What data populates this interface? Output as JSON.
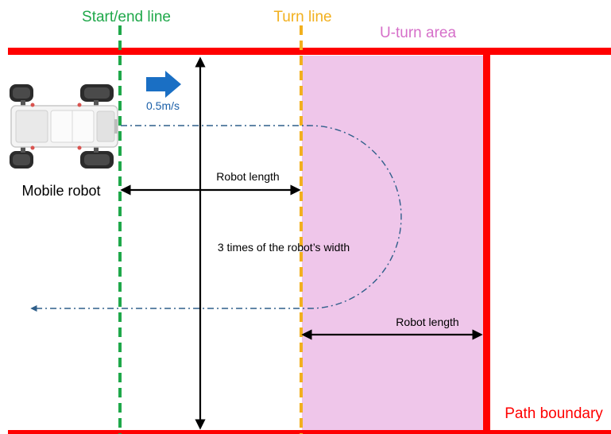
{
  "labels": {
    "start_end_line": "Start/end line",
    "turn_line": "Turn line",
    "u_turn_area": "U-turn area",
    "speed": "0.5m/s",
    "mobile_robot": "Mobile robot",
    "robot_length_1": "Robot length",
    "robot_width_span": "3 times of the robot’s width",
    "robot_length_2": "Robot length",
    "path_boundary": "Path boundary"
  },
  "colors": {
    "start_end_line": "#1fa84a",
    "turn_line": "#f2b01e",
    "u_turn_area_fill": "#efc6ea",
    "u_turn_area_text": "#d66fc9",
    "boundary": "#ff0000",
    "speed_arrow": "#1a6fc4",
    "speed_text": "#1a5fa8",
    "trajectory": "#2f5f8a",
    "dimension": "#000000"
  },
  "icons": {
    "robot": "mobile-robot-icon",
    "speed_arrow": "arrow-right-icon"
  }
}
